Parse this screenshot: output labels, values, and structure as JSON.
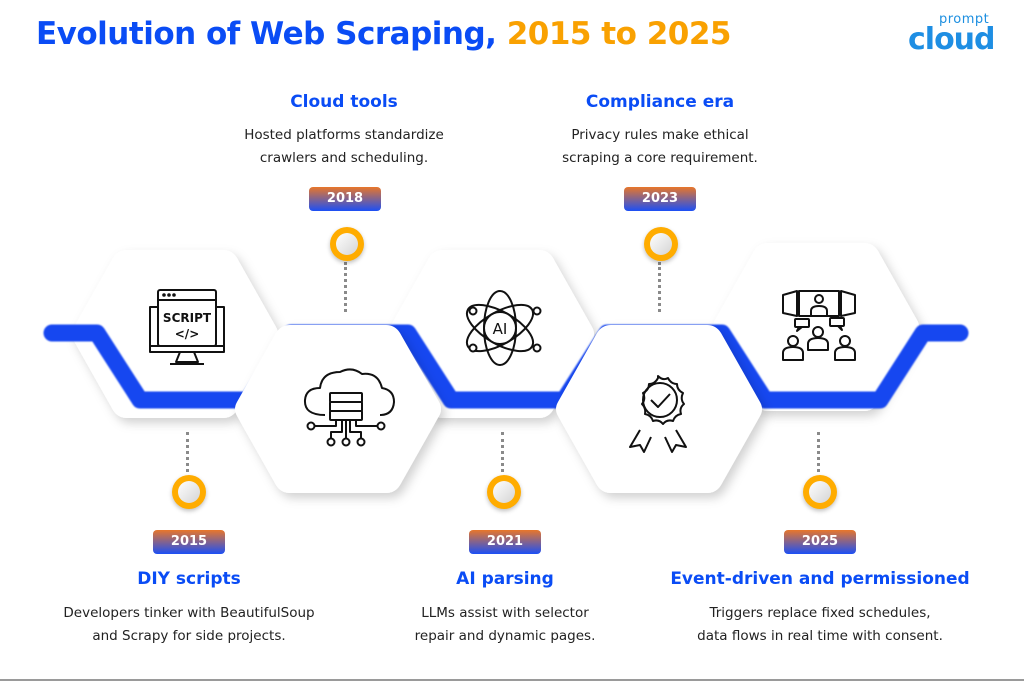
{
  "header": {
    "title_main": "Evolution of Web Scraping,",
    "title_range": "2015 to 2025",
    "colors": {
      "primary_blue": "#0a4cf5",
      "accent_orange": "#f9a101"
    }
  },
  "logo": {
    "top_text": "prompt",
    "bottom_text": "cloud",
    "color": "#1e8ee3"
  },
  "milestones": [
    {
      "year": "2015",
      "heading": "DIY scripts",
      "description_line1": "Developers tinker with BeautifulSoup",
      "description_line2": "and Scrapy for side projects.",
      "icon": "script-monitor-icon",
      "position": "bottom"
    },
    {
      "year": "2018",
      "heading": "Cloud tools",
      "description_line1": "Hosted platforms standardize",
      "description_line2": "crawlers and scheduling.",
      "icon": "cloud-server-icon",
      "position": "top"
    },
    {
      "year": "2021",
      "heading": "AI parsing",
      "description_line1": "LLMs assist with selector",
      "description_line2": "repair and dynamic pages.",
      "icon": "ai-atom-icon",
      "position": "bottom"
    },
    {
      "year": "2023",
      "heading": "Compliance era",
      "description_line1": "Privacy rules make ethical",
      "description_line2": "scraping a core requirement.",
      "icon": "award-badge-check-icon",
      "position": "top"
    },
    {
      "year": "2025",
      "heading": "Event-driven and permissioned",
      "description_line1": "Triggers replace fixed schedules,",
      "description_line2": "data flows in real time with consent.",
      "icon": "video-meeting-people-icon",
      "position": "bottom"
    }
  ],
  "icon_labels": {
    "script_text": "SCRIPT",
    "script_code": "</>",
    "ai_text": "AI"
  },
  "style": {
    "ribbon_color": "#1546f0",
    "badge_gradient": [
      "#e8762a",
      "#1c4ff5"
    ],
    "dot_color": "#ffac00"
  }
}
